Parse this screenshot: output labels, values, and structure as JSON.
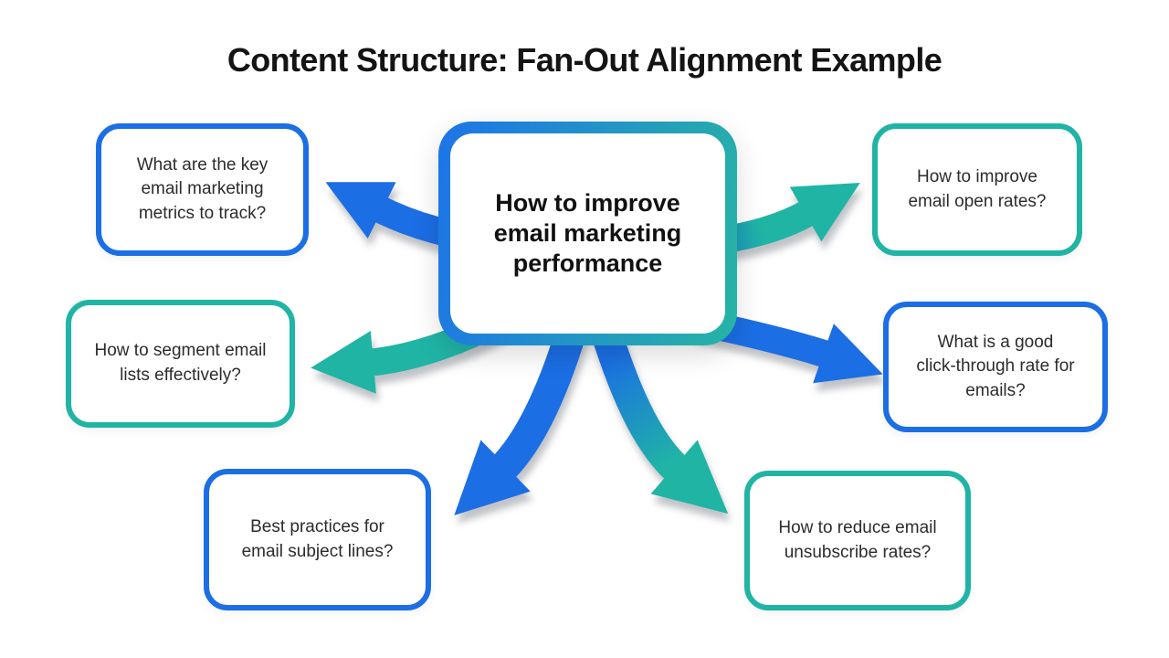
{
  "title": "Content Structure: Fan-Out Alignment Example",
  "colors": {
    "blue": "#1B6EE4",
    "teal": "#20B4A5",
    "center_gradient_start": "#1D74E8",
    "center_gradient_end": "#27B4A4",
    "title_text": "#141414",
    "node_text": "#2C2C2C",
    "background": "#FFFFFF"
  },
  "center_node": {
    "label": "How to improve email marketing performance",
    "lines": [
      "How to improve",
      "email marketing",
      "performance"
    ]
  },
  "nodes": [
    {
      "position": "top-left",
      "border_color_key": "blue",
      "label": "What are the key email marketing metrics to track?",
      "lines": [
        "What are the key",
        "email marketing",
        "metrics to track?"
      ]
    },
    {
      "position": "mid-left",
      "border_color_key": "teal",
      "label": "How to segment email lists effectively?",
      "lines": [
        "How to segment email",
        "lists effectively?"
      ]
    },
    {
      "position": "bottom-left",
      "border_color_key": "blue",
      "label": "Best practices for email subject lines?",
      "lines": [
        "Best practices for",
        "email subject lines?"
      ]
    },
    {
      "position": "top-right",
      "border_color_key": "teal",
      "label": "How to improve email open rates?",
      "lines": [
        "How to improve",
        "email open rates?"
      ]
    },
    {
      "position": "mid-right",
      "border_color_key": "blue",
      "label": "What is a good click-through rate for emails?",
      "lines": [
        "What is a good",
        "click-through rate for",
        "emails?"
      ]
    },
    {
      "position": "bottom-right",
      "border_color_key": "teal",
      "label": "How to reduce email unsubscribe rates?",
      "lines": [
        "How to reduce email",
        "unsubscribe rates?"
      ]
    }
  ],
  "arrows": [
    {
      "from": "center",
      "to": "top-left",
      "color_key": "blue"
    },
    {
      "from": "center",
      "to": "mid-left",
      "color_key": "teal"
    },
    {
      "from": "center",
      "to": "bottom-left",
      "color_key": "blue"
    },
    {
      "from": "center",
      "to": "top-right",
      "color_key": "teal"
    },
    {
      "from": "center",
      "to": "mid-right",
      "color_key": "blue"
    },
    {
      "from": "center",
      "to": "bottom-right",
      "color_key": "teal"
    }
  ]
}
